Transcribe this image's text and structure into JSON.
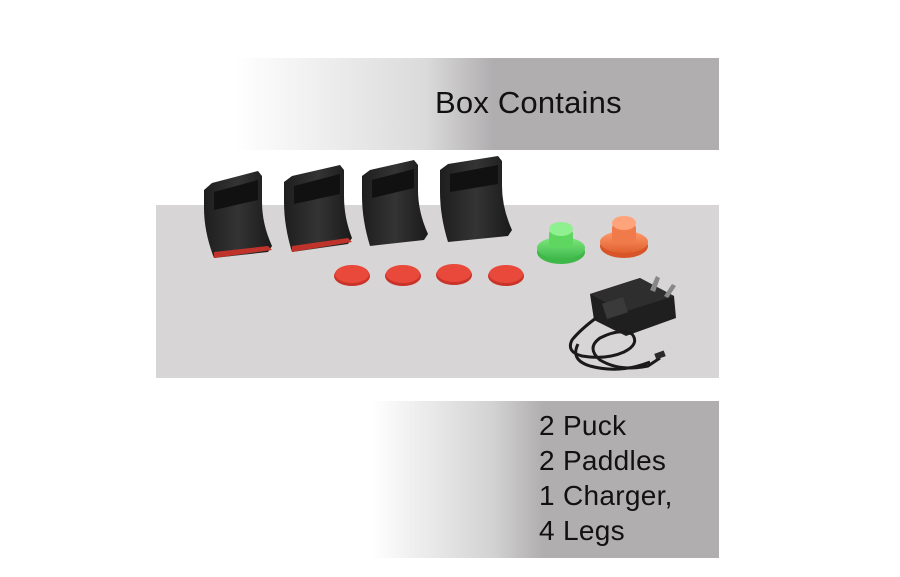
{
  "title": "Box Contains",
  "contents": [
    "2 Puck",
    "2 Paddles",
    "1 Charger,",
    "4 Legs"
  ],
  "colors": {
    "band_gray": "#b0aeaf",
    "product_band": "#d8d5d6",
    "leg_black": "#2a2a2a",
    "leg_red_base": "#c0332b",
    "puck_red": "#e8493a",
    "paddle_green": "#5fd65f",
    "paddle_orange": "#f07a4a"
  },
  "icons": [
    "table-leg-icon",
    "puck-icon",
    "paddle-icon",
    "charger-icon"
  ]
}
